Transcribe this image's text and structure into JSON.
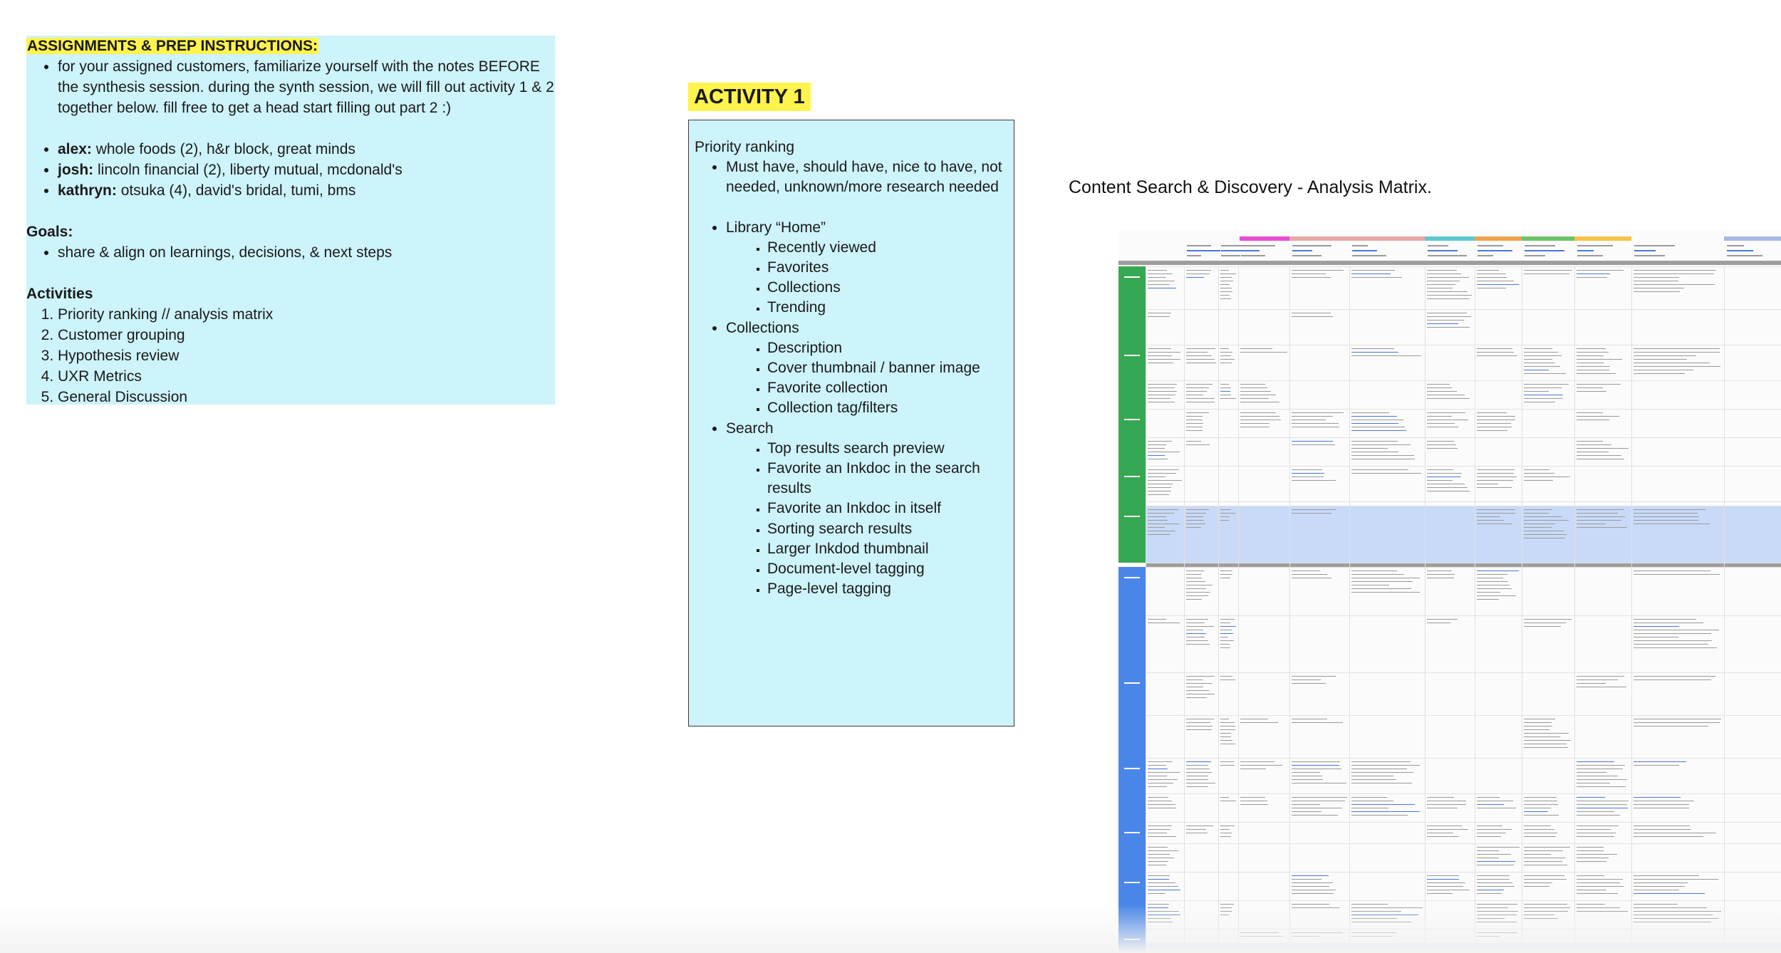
{
  "assignments": {
    "title": "ASSIGNMENTS & PREP INSTRUCTIONS:",
    "intro": "for your assigned customers, familiarize yourself with the notes BEFORE the synthesis session. during the synth session, we will fill out activity 1 & 2 together below. fill free to get a head start filling out part 2 :)",
    "people": [
      {
        "name": "alex:",
        "accounts": "whole foods (2), h&r block, great minds"
      },
      {
        "name": "josh:",
        "accounts": "lincoln financial (2), liberty mutual, mcdonald's"
      },
      {
        "name": "kathryn:",
        "accounts": "otsuka (4), david's bridal, tumi, bms"
      }
    ],
    "goals_heading": "Goals:",
    "goals": [
      "share & align on learnings, decisions, & next steps"
    ],
    "activities_heading": "Activities",
    "activities": [
      "Priority ranking // analysis matrix",
      "Customer grouping",
      "Hypothesis review",
      "UXR Metrics",
      "General Discussion"
    ]
  },
  "activity1": {
    "title": "ACTIVITY 1",
    "heading": "Priority ranking",
    "ranking_desc": "Must have, should have, nice to have, not needed, unknown/more research needed",
    "groups": [
      {
        "label": "Library “Home”",
        "items": [
          "Recently viewed",
          "Favorites",
          "Collections",
          "Trending"
        ]
      },
      {
        "label": "Collections",
        "items": [
          "Description",
          "Cover thumbnail / banner image",
          "Favorite collection",
          "Collection tag/filters"
        ]
      },
      {
        "label": "Search",
        "items": [
          "Top results search preview",
          "Favorite an Inkdoc in the search results",
          "Favorite an Inkdoc in itself",
          "Sorting search results",
          "Larger Inkdod thumbnail",
          "Document-level tagging",
          "Page-level tagging"
        ]
      }
    ]
  },
  "matrix": {
    "title": "Content Search & Discovery - Analysis Matrix.",
    "header_colors": [
      "#e84bd3",
      "#e9a9a4",
      "#5ec7cf",
      "#f0a24b",
      "#6cc36a",
      "#f6c24a",
      "#a7b8e6"
    ],
    "section_colors": [
      "#35a853",
      "#4a86e8"
    ],
    "highlight_row_color": "#c9daf8"
  }
}
